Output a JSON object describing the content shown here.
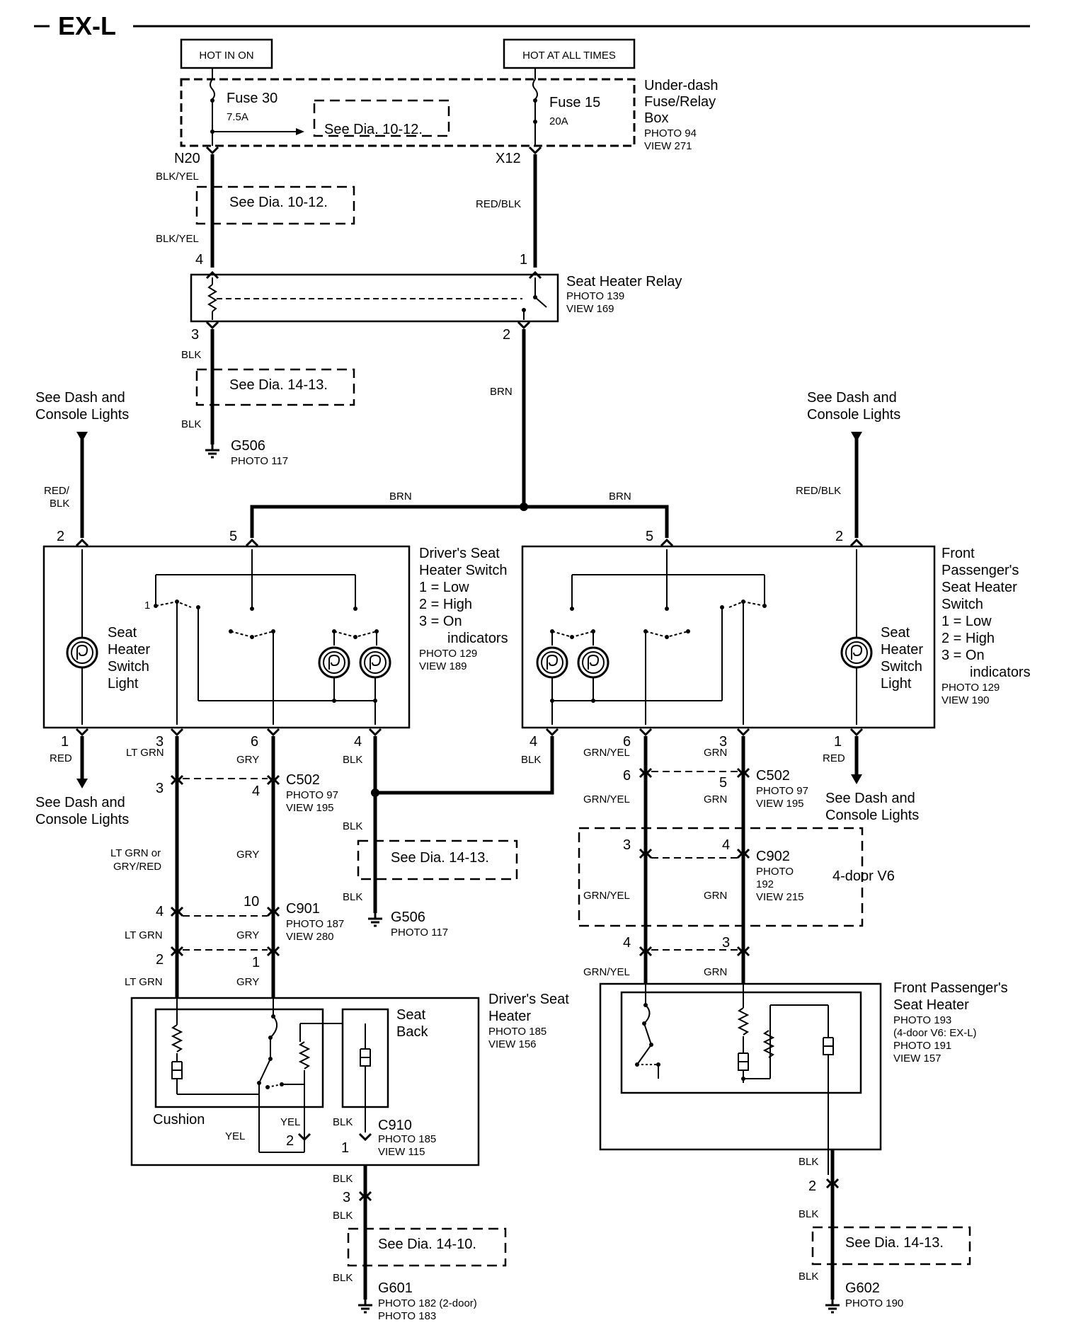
{
  "header": {
    "title": "EX-L"
  },
  "power": {
    "hot_in_on": "HOT IN ON",
    "hot_at_all_times": "HOT AT ALL TIMES"
  },
  "fuse_box": {
    "fuse30_name": "Fuse 30",
    "fuse30_rating": "7.5A",
    "fuse15_name": "Fuse 15",
    "fuse15_rating": "20A",
    "see_dia": "See Dia. 10-12.",
    "label_line1": "Under-dash",
    "label_line2": "Fuse/Relay",
    "label_line3": "Box",
    "photo": "PHOTO 94",
    "view": "VIEW 271"
  },
  "terminals": {
    "n20": "N20",
    "x12": "X12"
  },
  "wires": {
    "blk_yel": "BLK/YEL",
    "red_blk": "RED/BLK",
    "red_blk_split_1": "RED/",
    "red_blk_split_2": "BLK",
    "brn": "BRN",
    "blk": "BLK",
    "red": "RED",
    "lt_grn": "LT GRN",
    "gry": "GRY",
    "grn_yel": "GRN/YEL",
    "grn": "GRN",
    "yel": "YEL",
    "ltgrn_or_1": "LT GRN or",
    "ltgrn_or_2": "GRY/RED"
  },
  "see_dia_1012_b": "See Dia. 10-12.",
  "relay": {
    "name": "Seat Heater Relay",
    "photo": "PHOTO 139",
    "view": "VIEW 169",
    "pin4": "4",
    "pin1": "1",
    "pin3": "3",
    "pin2": "2"
  },
  "see_dia_1413_a": "See Dia. 14-13.",
  "g506_a": {
    "name": "G506",
    "photo": "PHOTO 117"
  },
  "dash_lights": {
    "line1": "See Dash and",
    "line2": "Console Lights"
  },
  "driver_switch": {
    "title1": "Driver's Seat",
    "title2": "Heater Switch",
    "legend1": "1 = Low",
    "legend2": "2 = High",
    "legend3": "3 = On",
    "legend4": "indicators",
    "photo": "PHOTO 129",
    "view": "VIEW 189",
    "light1": "Seat",
    "light2": "Heater",
    "light3": "Switch",
    "light4": "Light",
    "pin_top_2": "2",
    "pin_top_5": "5",
    "pin_b1": "1",
    "pin_b3": "3",
    "pin_b6": "6",
    "pin_b4": "4"
  },
  "pass_switch": {
    "title1": "Front",
    "title2": "Passenger's",
    "title3": "Seat Heater",
    "title4": "Switch",
    "legend1": "1 = Low",
    "legend2": "2 = High",
    "legend3": "3 = On",
    "legend4": "indicators",
    "photo": "PHOTO 129",
    "view": "VIEW 190",
    "light1": "Seat",
    "light2": "Heater",
    "light3": "Switch",
    "light4": "Light",
    "pin_top_5": "5",
    "pin_top_2": "2",
    "pin_b4": "4",
    "pin_b6": "6",
    "pin_b3": "3",
    "pin_b1": "1"
  },
  "c502_left": {
    "name": "C502",
    "photo": "PHOTO 97",
    "view": "VIEW 195",
    "pin_a": "3",
    "pin_b": "4"
  },
  "c502_right": {
    "name": "C502",
    "photo": "PHOTO 97",
    "view": "VIEW 195",
    "pin_a": "6",
    "pin_b": "5"
  },
  "see_dia_1413_b": "See Dia. 14-13.",
  "g506_b": {
    "name": "G506",
    "photo": "PHOTO 117"
  },
  "c902": {
    "name": "C902",
    "photo1": "PHOTO",
    "photo2": "192",
    "view": "VIEW 215",
    "pin_a": "3",
    "pin_b": "4",
    "note": "4-door V6"
  },
  "c901": {
    "name": "C901",
    "photo": "PHOTO 187",
    "view": "VIEW 280",
    "pin_a": "4",
    "pin_b": "10"
  },
  "pass_conn_lower": {
    "pin_a": "4",
    "pin_b": "3"
  },
  "driver_conn_lower": {
    "pin_a": "2",
    "pin_b": "1"
  },
  "driver_heater": {
    "title1": "Driver's Seat",
    "title2": "Heater",
    "photo": "PHOTO 185",
    "view": "VIEW 156",
    "seat_back1": "Seat",
    "seat_back2": "Back",
    "cushion": "Cushion"
  },
  "c910": {
    "name": "C910",
    "photo": "PHOTO 185",
    "view": "VIEW 115",
    "pin_a": "2",
    "pin_b": "1"
  },
  "pass_heater": {
    "title1": "Front Passenger's",
    "title2": "Seat Heater",
    "photo1": "PHOTO 193",
    "note": "(4-door V6: EX-L)",
    "photo2": "PHOTO 191",
    "view": "VIEW 157"
  },
  "driver_ground_conn": {
    "pin": "3"
  },
  "pass_ground_conn": {
    "pin": "2"
  },
  "see_dia_1410": "See Dia. 14-10.",
  "see_dia_1413_c": "See Dia. 14-13.",
  "g601": {
    "name": "G601",
    "photo1": "PHOTO 182 (2-door)",
    "photo2": "PHOTO 183"
  },
  "g602": {
    "name": "G602",
    "photo": "PHOTO 190"
  }
}
